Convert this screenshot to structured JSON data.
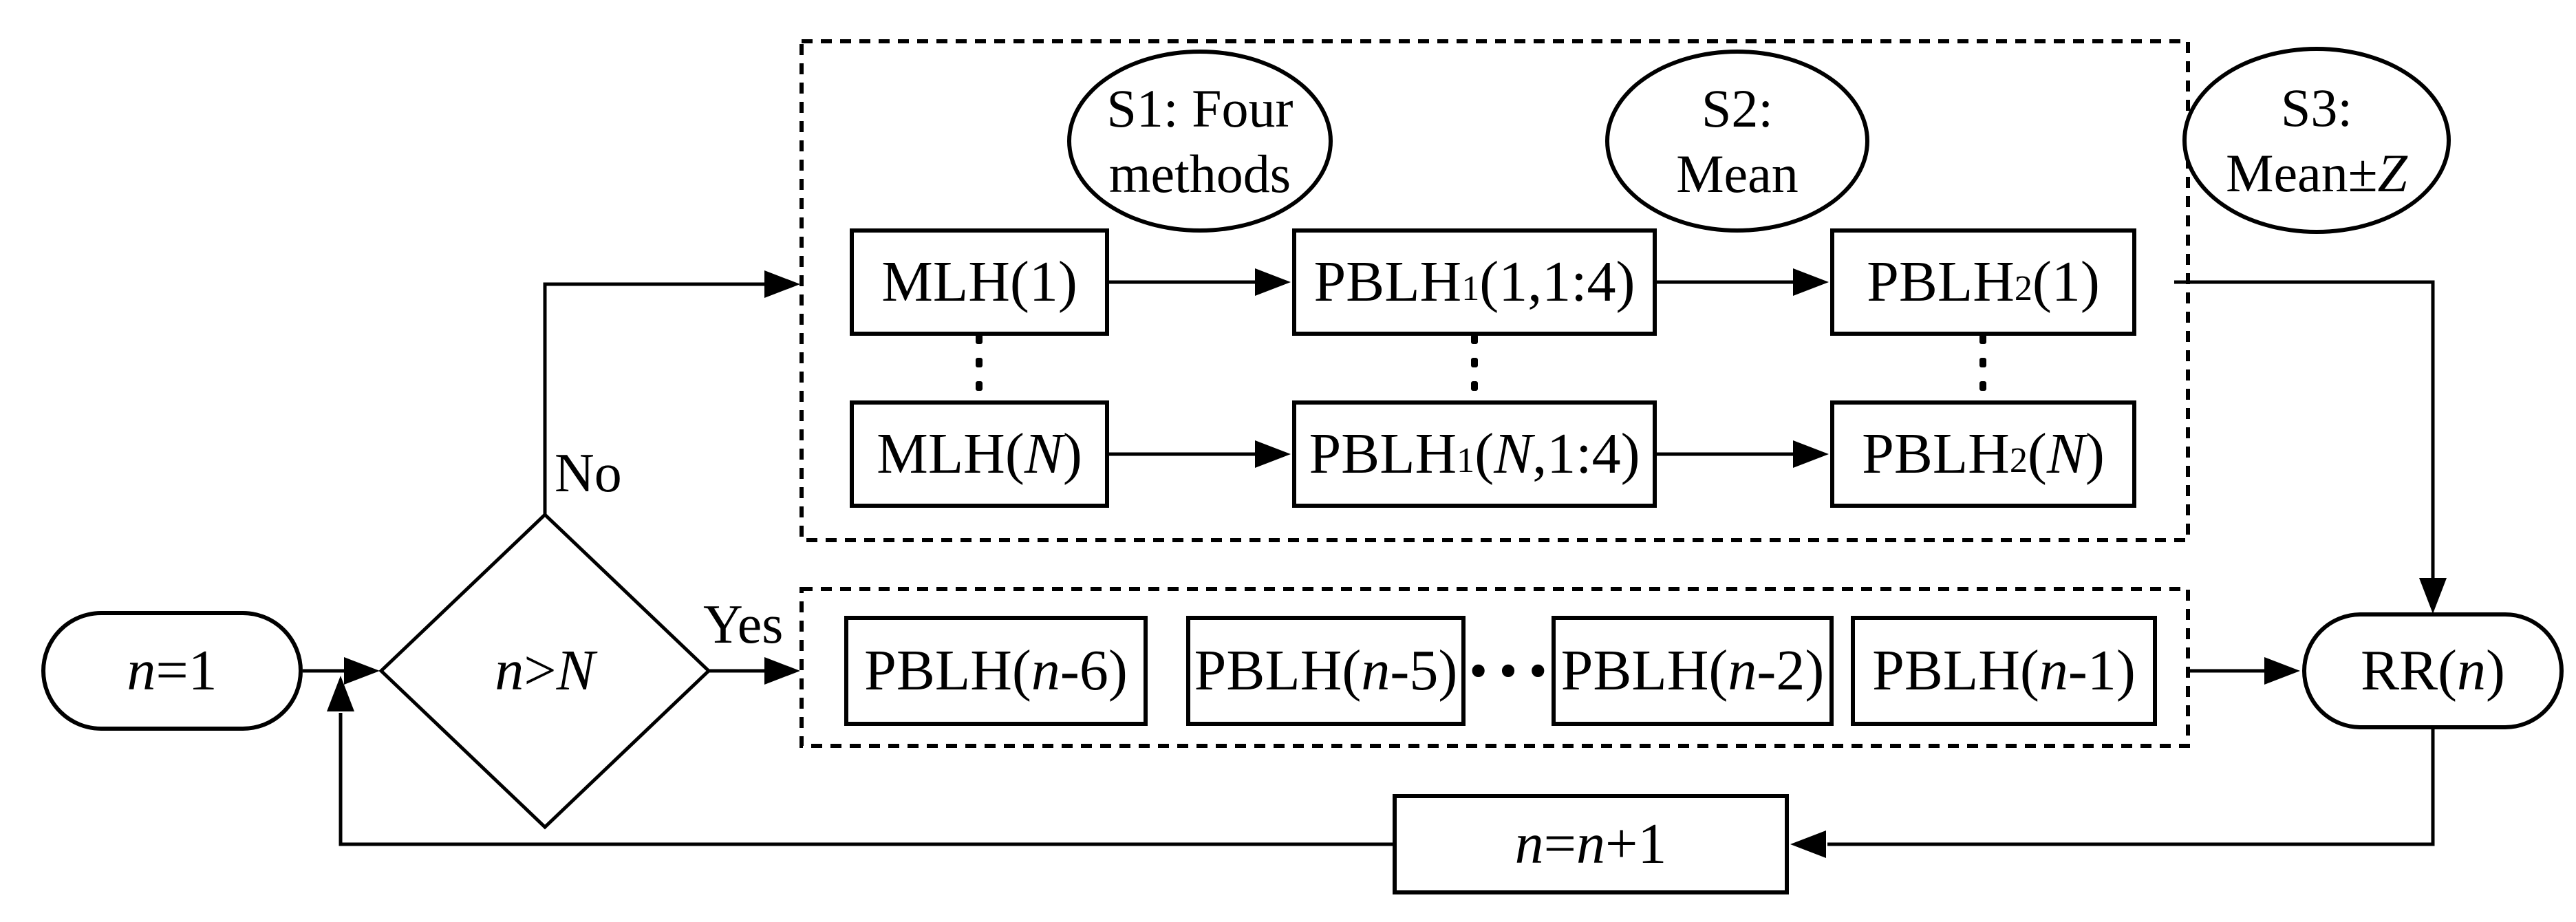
{
  "colors": {
    "stroke": "#000000",
    "background": "#ffffff"
  },
  "icons": {
    "row_continuation": "vertical-ellipsis-icon",
    "window_continuation": "horizontal-ellipsis-icon"
  },
  "nodes": {
    "start": {
      "parts": [
        {
          "t": "n",
          "i": 1
        },
        {
          "t": "=1"
        }
      ]
    },
    "decision": {
      "parts": [
        {
          "t": "n",
          "i": 1
        },
        {
          "t": ">"
        },
        {
          "t": "N",
          "i": 1
        }
      ]
    },
    "no_label": "No",
    "yes_label": "Yes",
    "ellipses": {
      "s1": {
        "l1": [
          {
            "t": "S1: Four"
          }
        ],
        "l2": [
          {
            "t": "methods"
          }
        ]
      },
      "s2": {
        "l1": [
          {
            "t": "S2:"
          }
        ],
        "l2": [
          {
            "t": "Mean"
          }
        ]
      },
      "s3": {
        "l1": [
          {
            "t": "S3:"
          }
        ],
        "l2": [
          {
            "t": "Mean±"
          },
          {
            "t": "Z",
            "i": 1
          }
        ]
      }
    },
    "grid": {
      "r1c1": [
        {
          "t": "MLH(1)"
        }
      ],
      "r1c2": [
        {
          "t": "PBLH"
        },
        {
          "t": "1",
          "sub": 1
        },
        {
          "t": "(1,1:4)"
        }
      ],
      "r1c3": [
        {
          "t": "PBLH"
        },
        {
          "t": "2",
          "sub": 1
        },
        {
          "t": "(1)"
        }
      ],
      "r2c1": [
        {
          "t": "MLH("
        },
        {
          "t": "N",
          "i": 1
        },
        {
          "t": ")"
        }
      ],
      "r2c2": [
        {
          "t": "PBLH"
        },
        {
          "t": "1",
          "sub": 1
        },
        {
          "t": "("
        },
        {
          "t": "N",
          "i": 1
        },
        {
          "t": ",1:4)"
        }
      ],
      "r2c3": [
        {
          "t": "PBLH"
        },
        {
          "t": "2",
          "sub": 1
        },
        {
          "t": "("
        },
        {
          "t": "N",
          "i": 1
        },
        {
          "t": ")"
        }
      ]
    },
    "window": {
      "w1": [
        {
          "t": "PBLH("
        },
        {
          "t": "n",
          "i": 1
        },
        {
          "t": "-6)"
        }
      ],
      "w2": [
        {
          "t": "PBLH("
        },
        {
          "t": "n",
          "i": 1
        },
        {
          "t": "-5)"
        }
      ],
      "dots": "···",
      "w3": [
        {
          "t": "PBLH("
        },
        {
          "t": "n",
          "i": 1
        },
        {
          "t": "-2)"
        }
      ],
      "w4": [
        {
          "t": "PBLH("
        },
        {
          "t": "n",
          "i": 1
        },
        {
          "t": "-1)"
        }
      ]
    },
    "result": [
      {
        "t": "RR("
      },
      {
        "t": "n",
        "i": 1
      },
      {
        "t": ")"
      }
    ],
    "increment": [
      {
        "t": "n",
        "i": 1
      },
      {
        "t": "="
      },
      {
        "t": "n",
        "i": 1
      },
      {
        "t": "+1"
      }
    ]
  }
}
